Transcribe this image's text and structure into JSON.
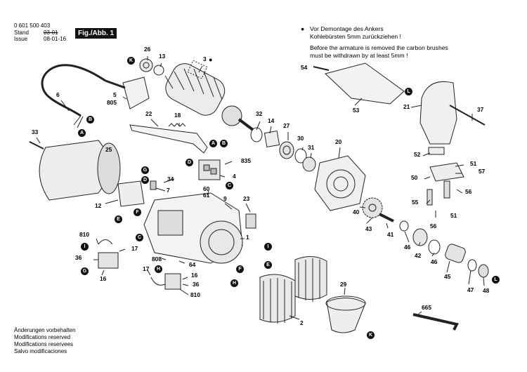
{
  "header": {
    "part_number": "0 601 500 403",
    "stand_label": "Stand",
    "stand_value": "03-01",
    "issue_label": "Issue",
    "issue_value": "08-01-16",
    "figure_label": "Fig./Abb. 1"
  },
  "notes": {
    "bullet": "●",
    "de_line1": "Vor Demontage des Ankers",
    "de_line2": "Kohlebürsten 5mm zurückziehen !",
    "en_line1": "Before the armature is removed the carbon brushes",
    "en_line2": "must be withdrawn by at least 5mm !"
  },
  "footer": {
    "de": "Änderungen vorbehalten",
    "en": "Modifications reserved",
    "fr": "Modifications reservees",
    "es": "Salvo modificaciones"
  },
  "part_numbers": {
    "p26": "26",
    "p13": "13",
    "p3": "3",
    "p6": "6",
    "p5": "5",
    "p805": "805",
    "p22": "22",
    "p18": "18",
    "p33": "33",
    "p25": "25",
    "p32": "32",
    "p14": "14",
    "p27": "27",
    "p30": "30",
    "p31": "31",
    "p20": "20",
    "p54": "54",
    "p53": "53",
    "p21": "21",
    "p37": "37",
    "p52": "52",
    "p51a": "51",
    "p57": "57",
    "p50": "50",
    "p56a": "56",
    "p55": "55",
    "p51b": "51",
    "p835": "835",
    "p4": "4",
    "p34": "34",
    "p7": "7",
    "p60": "60",
    "p61": "61",
    "p9": "9",
    "p23": "23",
    "p12": "12",
    "p1": "1",
    "p810a": "810",
    "p17a": "17",
    "p36a": "36",
    "p16a": "16",
    "p808": "808",
    "p64": "64",
    "p17b": "17",
    "p16b": "16",
    "p36b": "36",
    "p810b": "810",
    "p40": "40",
    "p43": "43",
    "p41": "41",
    "p56b": "56",
    "p46a": "46",
    "p42": "42",
    "p46b": "46",
    "p45": "45",
    "p47": "47",
    "p48": "48",
    "p29": "29",
    "p2": "2",
    "p665": "665"
  },
  "markers": {
    "K": "K",
    "B": "B",
    "A": "A",
    "L": "L",
    "D": "D",
    "C": "C",
    "G": "G",
    "E": "E",
    "F": "F",
    "I": "I",
    "H": "H"
  }
}
